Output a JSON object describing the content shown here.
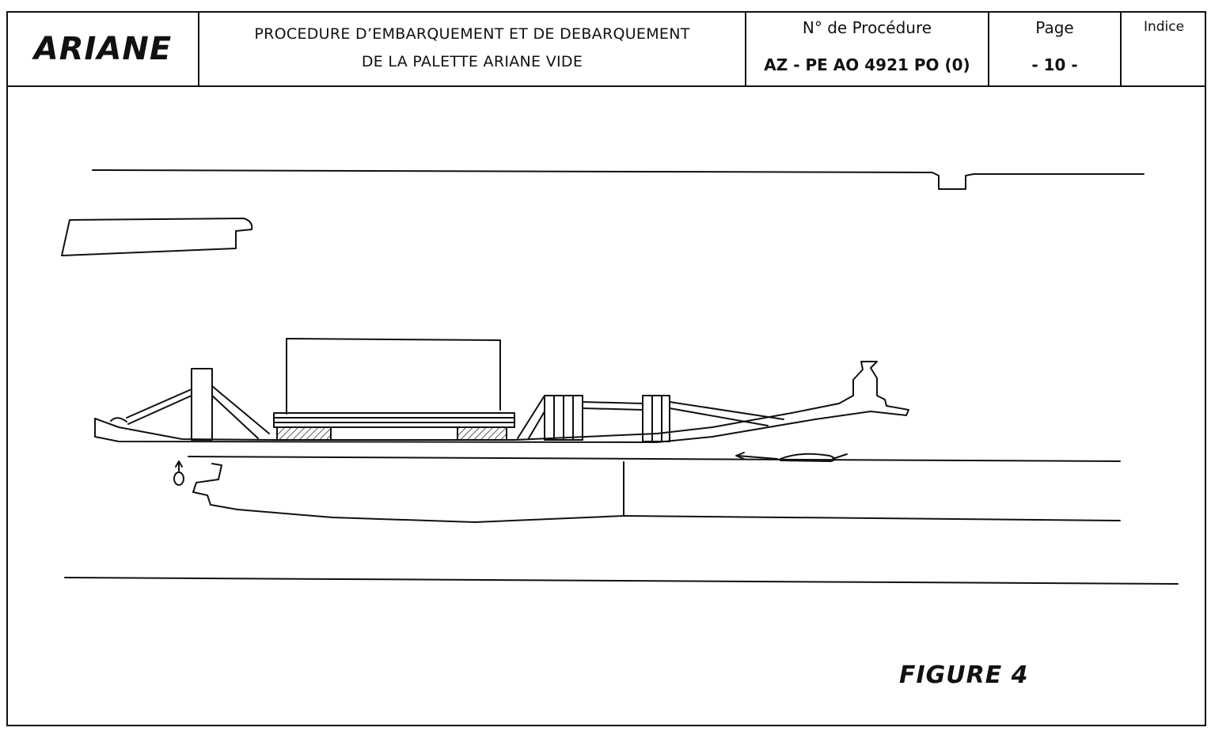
{
  "header": {
    "logo": "ARIANE",
    "title_line1": "PROCEDURE D’EMBARQUEMENT ET DE DEBARQUEMENT",
    "title_line2": "DE LA PALETTE ARIANE VIDE",
    "procedure_label": "N° de Procédure",
    "procedure_value": "AZ - PE AO 4921 PO (0)",
    "page_label": "Page",
    "page_value": "- 10 -",
    "indice_label": "Indice"
  },
  "figure": {
    "label": "FIGURE   4"
  }
}
